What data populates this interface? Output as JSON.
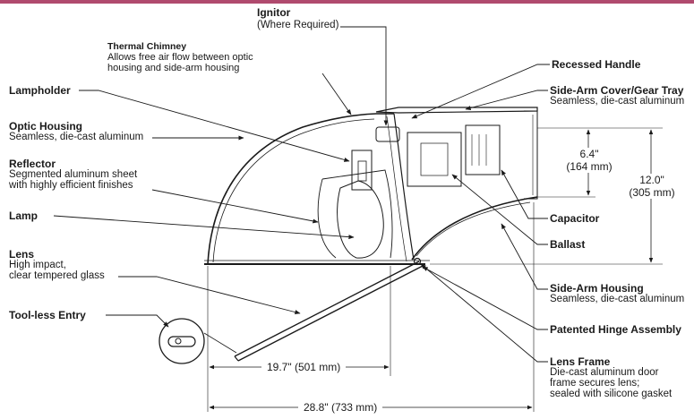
{
  "labels": {
    "ignitor": {
      "title": "Ignitor",
      "desc": "(Where Required)"
    },
    "thermal_chimney": {
      "title": "Thermal Chimney",
      "desc1": "Allows free air flow between optic",
      "desc2": "housing and side-arm housing"
    },
    "lampholder": {
      "title": "Lampholder"
    },
    "optic_housing": {
      "title": "Optic Housing",
      "desc": "Seamless, die-cast aluminum"
    },
    "reflector": {
      "title": "Reflector",
      "desc1": "Segmented aluminum sheet",
      "desc2": "with highly efficient finishes"
    },
    "lamp": {
      "title": "Lamp"
    },
    "lens": {
      "title": "Lens",
      "desc1": "High impact,",
      "desc2": "clear tempered glass"
    },
    "toolless_entry": {
      "title": "Tool-less Entry"
    },
    "recessed_handle": {
      "title": "Recessed Handle"
    },
    "side_arm_cover": {
      "title": "Side-Arm Cover/Gear Tray",
      "desc": "Seamless, die-cast aluminum"
    },
    "capacitor": {
      "title": "Capacitor"
    },
    "ballast": {
      "title": "Ballast"
    },
    "side_arm_housing": {
      "title": "Side-Arm Housing",
      "desc": "Seamless, die-cast aluminum"
    },
    "hinge": {
      "title": "Patented Hinge Assembly"
    },
    "lens_frame": {
      "title": "Lens Frame",
      "desc1": "Die-cast aluminum door",
      "desc2": "frame secures lens;",
      "desc3": "sealed with silicone gasket"
    }
  },
  "dimensions": {
    "height_small": {
      "line1": "6.4\"",
      "line2": "(164 mm)"
    },
    "height_total": {
      "line1": "12.0\"",
      "line2": "(305 mm)"
    },
    "width_lens": "19.7\" (501 mm)",
    "width_total": "28.8\" (733 mm)"
  },
  "colors": {
    "accent_bar": "#b04a6e",
    "line": "#1a1a1a"
  }
}
